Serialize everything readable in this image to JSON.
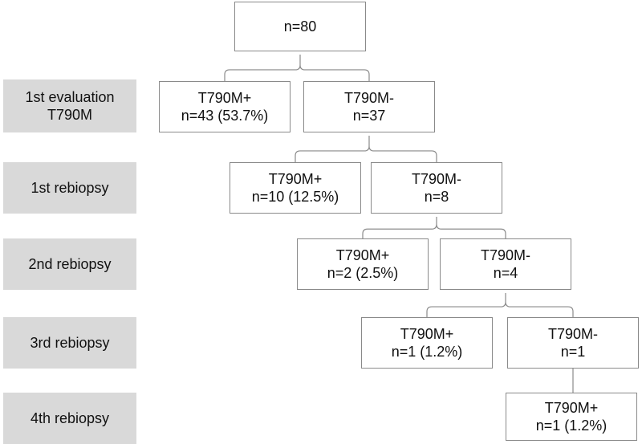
{
  "colors": {
    "stage_fill": "#d9d9d9",
    "box_border": "#8a8a8a",
    "connector": "#8a8a8a",
    "text": "#111111"
  },
  "stages": [
    {
      "id": "eval",
      "lines": [
        "1st evaluation",
        "T790M"
      ]
    },
    {
      "id": "r1",
      "lines": [
        "1st rebiopsy"
      ]
    },
    {
      "id": "r2",
      "lines": [
        "2nd rebiopsy"
      ]
    },
    {
      "id": "r3",
      "lines": [
        "3rd rebiopsy"
      ]
    },
    {
      "id": "r4",
      "lines": [
        "4th rebiopsy"
      ]
    }
  ],
  "nodes": [
    {
      "id": "root",
      "lines": [
        "n=80"
      ]
    },
    {
      "id": "e_pos",
      "lines": [
        "T790M+",
        "n=43 (53.7%)"
      ]
    },
    {
      "id": "e_neg",
      "lines": [
        "T790M-",
        "n=37"
      ]
    },
    {
      "id": "r1_pos",
      "lines": [
        "T790M+",
        "n=10 (12.5%)"
      ]
    },
    {
      "id": "r1_neg",
      "lines": [
        "T790M-",
        "n=8"
      ]
    },
    {
      "id": "r2_pos",
      "lines": [
        "T790M+",
        "n=2 (2.5%)"
      ]
    },
    {
      "id": "r2_neg",
      "lines": [
        "T790M-",
        "n=4"
      ]
    },
    {
      "id": "r3_pos",
      "lines": [
        "T790M+",
        "n=1 (1.2%)"
      ]
    },
    {
      "id": "r3_neg",
      "lines": [
        "T790M-",
        "n=1"
      ]
    },
    {
      "id": "r4_pos",
      "lines": [
        "T790M+",
        "n=1 (1.2%)"
      ]
    }
  ],
  "edges": [
    {
      "from": "root",
      "to": [
        "e_pos",
        "e_neg"
      ]
    },
    {
      "from": "e_neg",
      "to": [
        "r1_pos",
        "r1_neg"
      ]
    },
    {
      "from": "r1_neg",
      "to": [
        "r2_pos",
        "r2_neg"
      ]
    },
    {
      "from": "r2_neg",
      "to": [
        "r3_pos",
        "r3_neg"
      ]
    },
    {
      "from": "r3_neg",
      "to": [
        "r4_pos"
      ]
    }
  ]
}
